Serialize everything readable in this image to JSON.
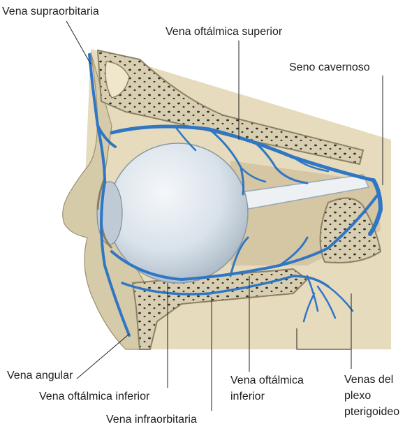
{
  "labels": {
    "vena_supraorbitaria": "Vena supraorbitaria",
    "vena_oftalmica_superior": "Vena oftálmica superior",
    "seno_cavernoso": "Seno cavernoso",
    "vena_angular": "Vena angular",
    "vena_oftalmica_inferior_left": "Vena oftálmica inferior",
    "vena_infraorbitaria": "Vena infraorbitaria",
    "vena_oftalmica_inferior_right_1": "Vena oftálmica",
    "vena_oftalmica_inferior_right_2": "inferior",
    "venas_plexo_1": "Venas del",
    "venas_plexo_2": "plexo",
    "venas_plexo_3": "pterigoideo"
  },
  "colors": {
    "vein": "#2f76c4",
    "bone": "#ddd4b8",
    "bone_dark": "#b7ab88",
    "eyeball": "#dfe7ee",
    "background_tissue": "#e7dcc0",
    "leader_line": "#222222"
  }
}
